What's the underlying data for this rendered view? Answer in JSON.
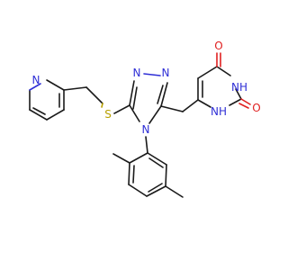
{
  "atoms": {
    "pyridine_n": "N",
    "sulfur": "S",
    "triazole_n1": "N",
    "triazole_n2": "N",
    "triazole_n4": "N",
    "oxygen_top": "O",
    "oxygen_right": "O",
    "nh_top": "NH",
    "nh_bottom": "NH"
  },
  "colors": {
    "carbon": "#1a1a1a",
    "nitrogen": "#2f2fd6",
    "oxygen": "#e02020",
    "sulfur": "#b8a000",
    "background": "#ffffff"
  }
}
